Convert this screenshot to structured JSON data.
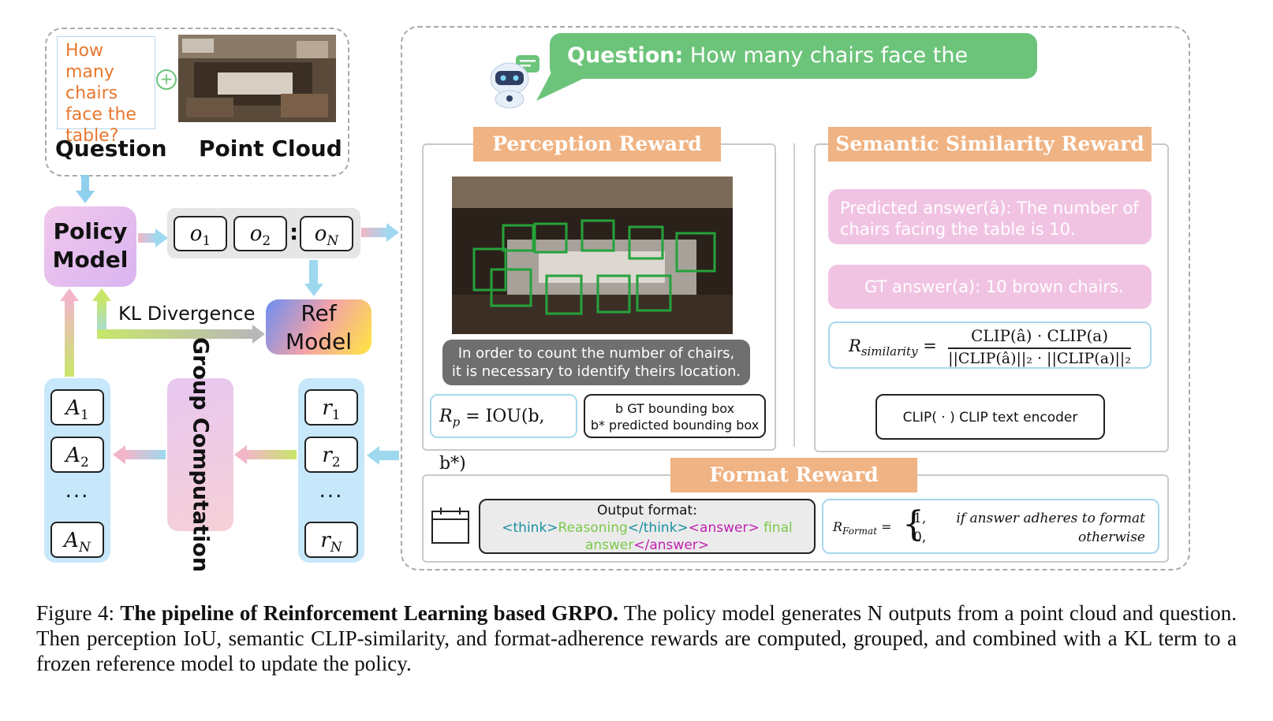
{
  "input": {
    "question_text": "How many chairs face the table?",
    "question_caption": "Question",
    "pointcloud_caption": "Point Cloud"
  },
  "policy": {
    "line1": "Policy",
    "line2": "Model"
  },
  "outputs": {
    "o1": "o",
    "o1_sub": "1",
    "o2": "o",
    "o2_sub": "2",
    "sep": ":",
    "oN": "o",
    "oN_sub": "N"
  },
  "ref": {
    "line1": "Ref",
    "line2": "Model"
  },
  "kl_label": "KL Divergence",
  "advantages": {
    "a1": "A",
    "a1_sub": "1",
    "a2": "A",
    "a2_sub": "2",
    "dots": "...",
    "aN": "A",
    "aN_sub": "N"
  },
  "group": {
    "label": "Group Computation"
  },
  "rewards": {
    "r1": "r",
    "r1_sub": "1",
    "r2": "r",
    "r2_sub": "2",
    "dots": "...",
    "rN": "r",
    "rN_sub": "N"
  },
  "speech": {
    "prefix": "Question:",
    "text": "How many chairs face the table?"
  },
  "perception": {
    "title": "Perception Reward",
    "caption_line1": "In order to count the number of chairs,",
    "caption_line2": "it is necessary to identify theirs location.",
    "formula_lhs": "R",
    "formula_sub": "p",
    "formula_rhs": "=  IOU(b, b*)",
    "note_line1": "b GT bounding box",
    "note_line2": "b* predicted bounding box"
  },
  "semantic": {
    "title": "Semantic Similarity Reward",
    "pred_line1": "Predicted answer(â): The number of",
    "pred_line2": "chairs facing the table is 10.",
    "gt": "GT answer(a): 10 brown chairs.",
    "formula_lhs": "R",
    "formula_sub": "similarity",
    "formula_num": "CLIP(â) · CLIP(a)",
    "formula_den": "||CLIP(â)||₂ · ||CLIP(a)||₂",
    "note": "CLIP( · ) CLIP text encoder"
  },
  "format": {
    "title": "Format Reward",
    "out_title": "Output format:",
    "tag_think_open": "<think>",
    "reasoning": "Reasoning",
    "tag_think_close": "</think>",
    "tag_answer_open": "<answer>",
    "final_answer": "final answer",
    "tag_answer_close": "</answer>",
    "formula_lhs": "R",
    "formula_sub": "Format",
    "case1_val": "1,",
    "case1_cond": "if answer adheres to format",
    "case2_val": "0,",
    "case2_cond": "otherwise"
  },
  "figure_caption": {
    "label": "Figure 4:",
    "bold": "The pipeline of Reinforcement Learning based GRPO.",
    "rest": "The policy model generates N outputs from a point cloud and question. Then perception IoU, semantic CLIP-similarity, and format-adherence rewards are computed, grouped, and combined with a KL term to a frozen reference model to update the policy."
  },
  "colors": {
    "orange": "#f0b383",
    "green": "#6cc47a",
    "pink": "#f1c3e3",
    "blue": "#c7e7fb"
  }
}
